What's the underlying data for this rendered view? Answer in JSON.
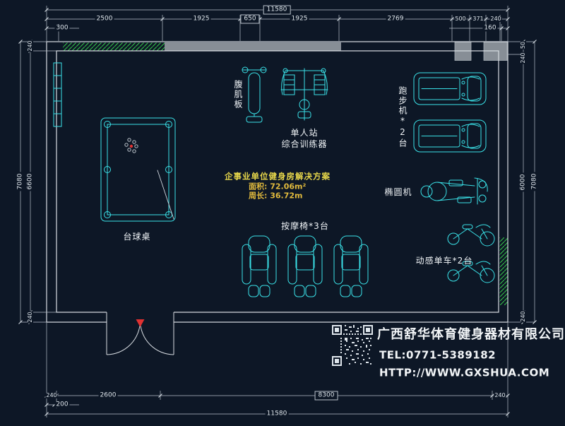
{
  "colors": {
    "background": "#0d1726",
    "equipment_cyan": "#3ae2e8",
    "walls": "#d9dee3",
    "hatch_green": "#35c24a",
    "dimension_text": "#dde4ea",
    "solution_text_yellow": "#e8d84b",
    "company_text": "#f2f5f7",
    "door_marker_red": "#e03131"
  },
  "dims": {
    "top_total": "11580",
    "top": [
      "2500",
      "1925",
      "650",
      "1925",
      "2769",
      "500",
      "371",
      "240"
    ],
    "top_left_offset": "300",
    "top_right_offset": "160",
    "left_outer": "7080",
    "left_top": "240",
    "left_inner": "6600",
    "left_bottom": "240",
    "right_top_small": "50",
    "right_top": "240",
    "right_inner": "6000",
    "right_bottom": "240",
    "right_outer": "7080",
    "bottom": [
      "240",
      "2600",
      "8300",
      "240"
    ],
    "bottom_left_offset": "200",
    "bottom_total": "11580"
  },
  "equipment_labels": {
    "pool_table": "台球桌",
    "ab_board": "腹肌板",
    "trainer_line1": "单人站",
    "trainer_line2": "综合训练器",
    "treadmills": "跑步机*2台",
    "elliptical": "椭圆机",
    "spin_bikes": "动感单车*2台",
    "massage_chairs": "按摩椅*3台"
  },
  "solution": {
    "title": "企事业单位健身房解决方案",
    "area": "面积: 72.06m²",
    "perimeter": "周长: 36.72m"
  },
  "company": {
    "name": "广西舒华体育健身器材有限公司",
    "tel": "TEL:0771-5389182",
    "website": "HTTP://WWW.GXSHUA.COM"
  }
}
